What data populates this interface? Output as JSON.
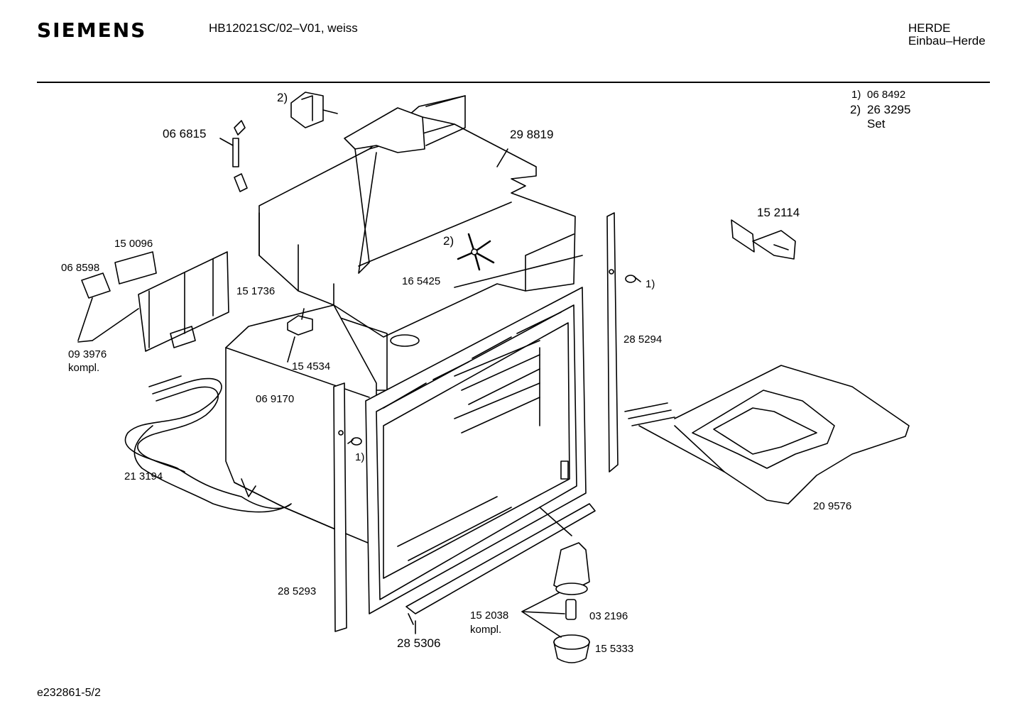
{
  "header": {
    "brand": "SIEMENS",
    "model": "HB12021SC/02–V01, weiss",
    "category": "HERDE",
    "subcategory": "Einbau–Herde"
  },
  "legend": [
    {
      "marker": "1)",
      "part": "06  8492"
    },
    {
      "marker": "2)",
      "part": "26 3295"
    },
    {
      "marker": "",
      "part": "Set"
    }
  ],
  "parts": {
    "p066815": "06 6815",
    "p298819": "29 8819",
    "p2_top": "2)",
    "p150096": "15 0096",
    "p068598": "06 8598",
    "p151736": "15 1736",
    "p2_fan": "2)",
    "p165425": "16 5425",
    "p152114": "15 2114",
    "p1_right": "1)",
    "p285294": "28 5294",
    "p093976": "09 3976",
    "p093976_sub": "kompl.",
    "p154534": "15 4534",
    "p069170": "06 9170",
    "p1_left": "1)",
    "p213194": "21 3194",
    "p209576": "20 9576",
    "p285293": "28 5293",
    "p152038": "15 2038",
    "p152038_sub": "kompl.",
    "p032196": "03 2196",
    "p285306": "28 5306",
    "p155333": "15 5333"
  },
  "footer": {
    "code": "e232861-5/2"
  }
}
